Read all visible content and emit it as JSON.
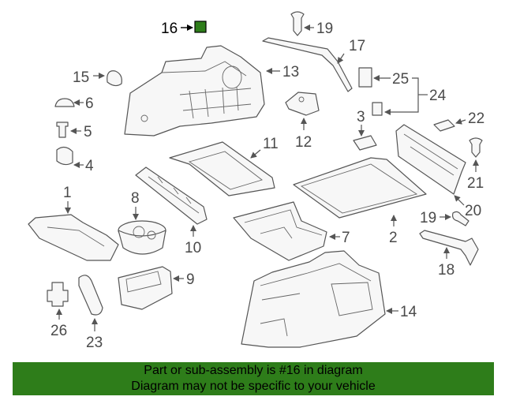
{
  "diagram": {
    "highlight_color": "#2e7d1a",
    "callouts": {
      "c1": "1",
      "c2": "2",
      "c3": "3",
      "c4": "4",
      "c5": "5",
      "c6": "6",
      "c7": "7",
      "c8": "8",
      "c9": "9",
      "c10": "10",
      "c11": "11",
      "c12": "12",
      "c13": "13",
      "c14": "14",
      "c15": "15",
      "c16": "16",
      "c17": "17",
      "c18": "18",
      "c19a": "19",
      "c19b": "19",
      "c20": "20",
      "c21": "21",
      "c22": "22",
      "c23": "23",
      "c24": "24",
      "c25": "25",
      "c26": "26"
    }
  },
  "banner": {
    "line1": "Part or sub-assembly is #16 in diagram",
    "line2": "Diagram may not be specific to your vehicle"
  }
}
